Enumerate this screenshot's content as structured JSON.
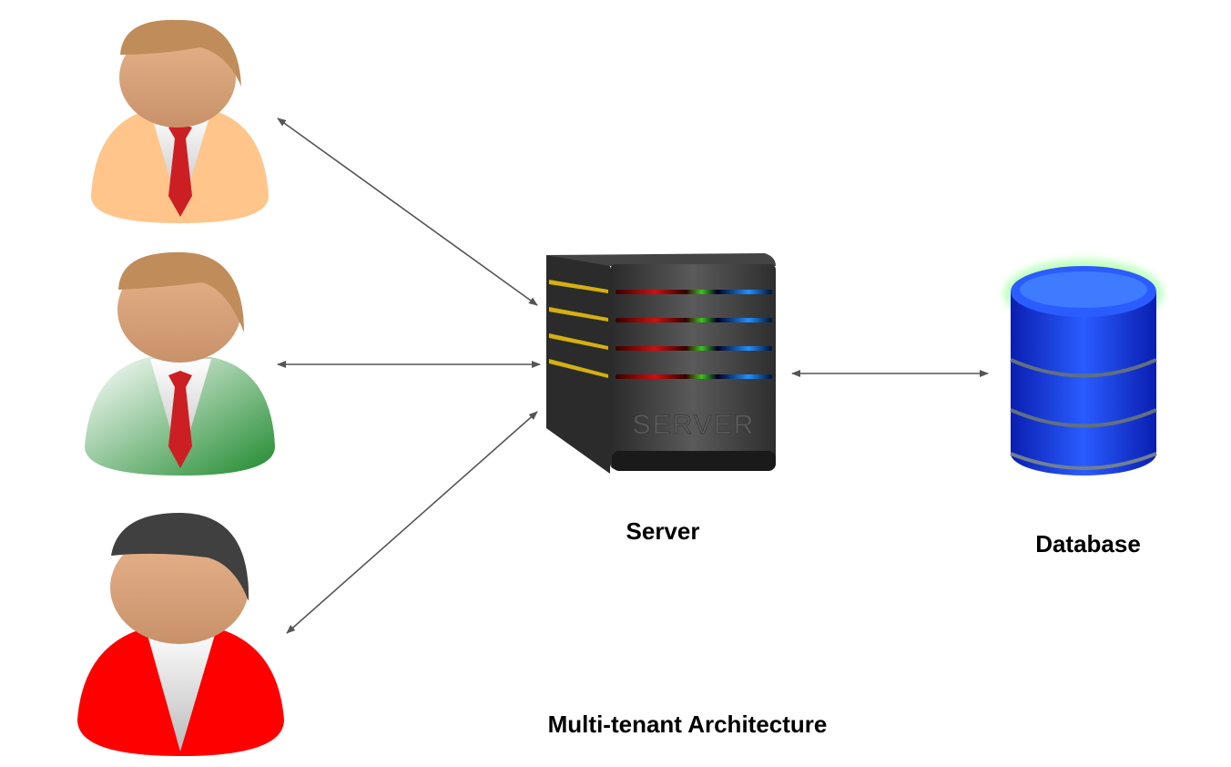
{
  "labels": {
    "server": "Server",
    "database": "Database",
    "caption": "Multi-tenant Architecture",
    "server_emboss": "SERVER"
  },
  "colors": {
    "user1_suit": "#ffc58a",
    "user2_suit": "#2e9a3e",
    "user3_suit": "#ff0000",
    "tie": "#cc1f24",
    "database": "#1a3cf0",
    "server": "#3a3a3a",
    "arrow": "#555555"
  }
}
